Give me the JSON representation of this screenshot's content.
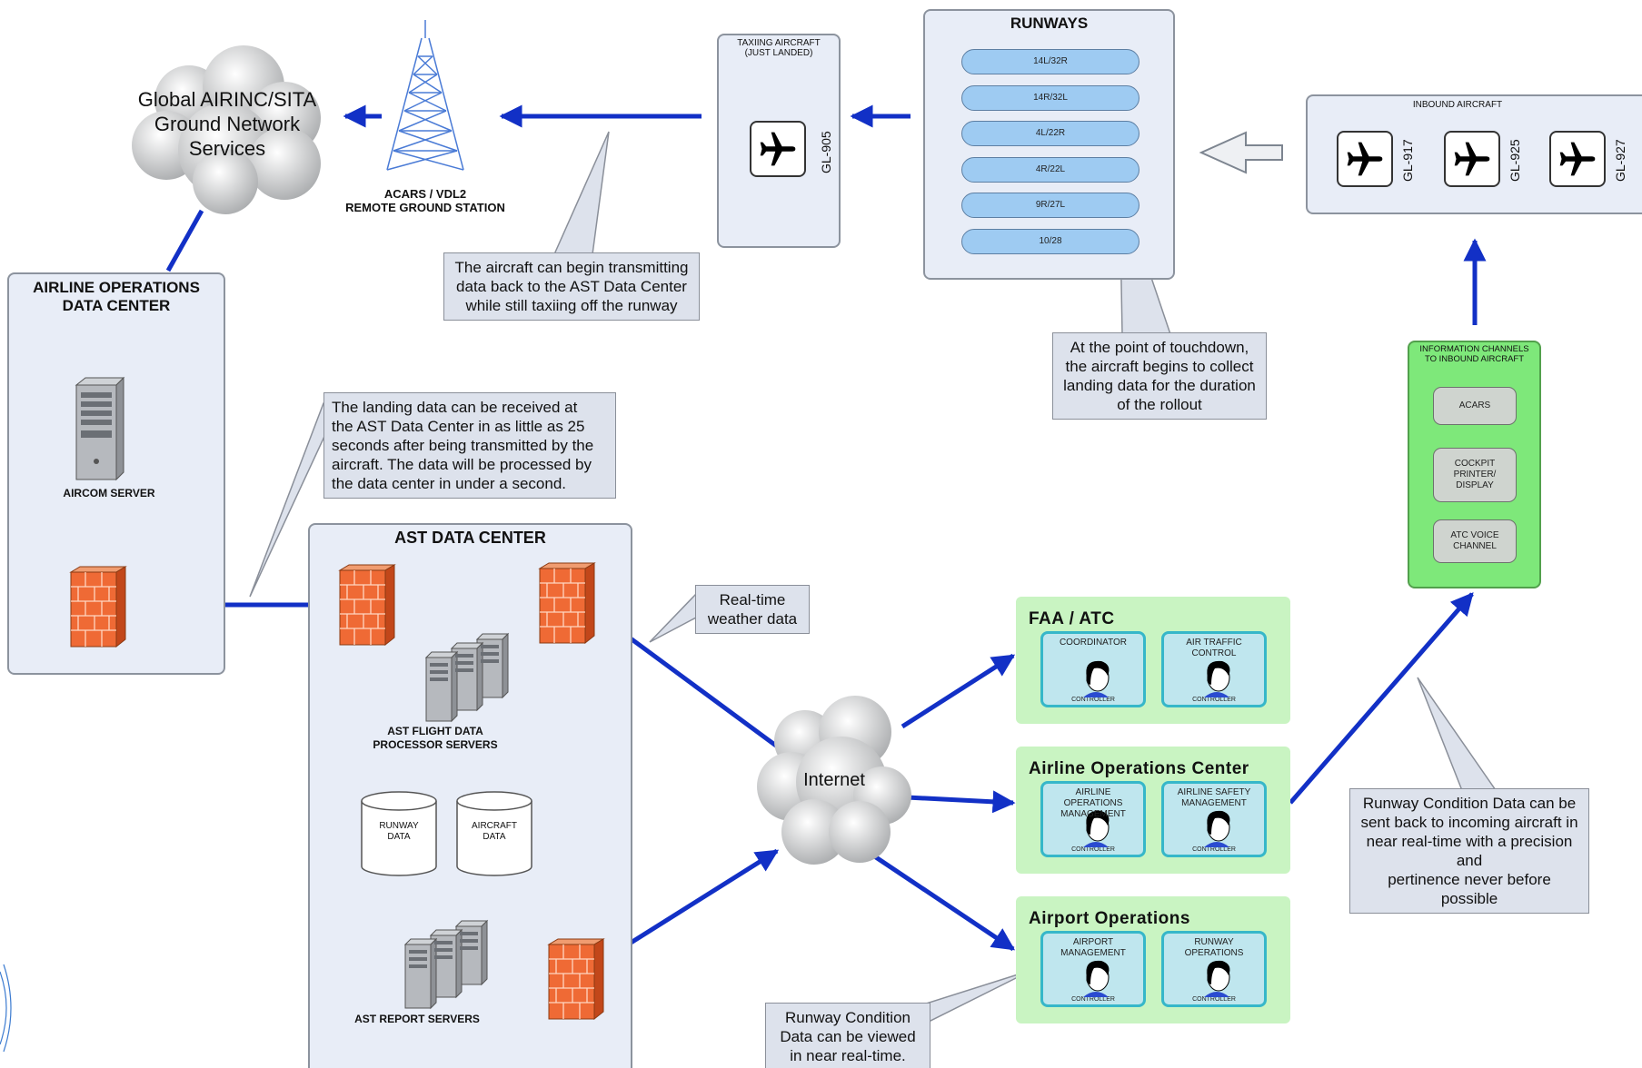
{
  "network_cloud": {
    "label": "Global AIRINC/SITA Ground Network Services"
  },
  "tower": {
    "label_line1": "ACARS / VDL2",
    "label_line2": "REMOTE GROUND STATION"
  },
  "taxiing": {
    "title_line1": "TAXIING AIRCRAFT",
    "title_line2": "(JUST LANDED)",
    "aircraft": "GL-905"
  },
  "runways": {
    "title": "RUNWAYS",
    "items": [
      "14L/32R",
      "14R/32L",
      "4L/22R",
      "4R/22L",
      "9R/27L",
      "10/28"
    ]
  },
  "inbound": {
    "title": "INBOUND AIRCRAFT",
    "aircraft": [
      "GL-917",
      "GL-925",
      "GL-927"
    ]
  },
  "airline_ops_dc": {
    "title_line1": "AIRLINE OPERATIONS",
    "title_line2": "DATA CENTER",
    "server_label": "AIRCOM SERVER"
  },
  "ast": {
    "title": "AST DATA CENTER",
    "fdp_line1": "AST FLIGHT DATA",
    "fdp_line2": "PROCESSOR SERVERS",
    "runway_db_line1": "RUNWAY",
    "runway_db_line2": "DATA",
    "aircraft_db_line1": "AIRCRAFT",
    "aircraft_db_line2": "DATA",
    "report": "AST REPORT SERVERS"
  },
  "internet": {
    "label": "Internet"
  },
  "info_channels": {
    "title_line1": "INFORMATION CHANNELS",
    "title_line2": "TO INBOUND AIRCRAFT",
    "items": [
      {
        "line1": "ACARS",
        "line2": "",
        "line3": ""
      },
      {
        "line1": "COCKPIT",
        "line2": "PRINTER/",
        "line3": "DISPLAY"
      },
      {
        "line1": "ATC VOICE",
        "line2": "CHANNEL",
        "line3": ""
      }
    ]
  },
  "groups": [
    {
      "title": "FAA / ATC",
      "cards": [
        {
          "line1": "COORDINATOR",
          "line2": ""
        },
        {
          "line1": "AIR TRAFFIC",
          "line2": "CONTROL"
        }
      ]
    },
    {
      "title": "Airline Operations Center",
      "cards": [
        {
          "line1": "AIRLINE",
          "line2": "OPERATIONS",
          "line3": "MANAGEMENT"
        },
        {
          "line1": "AIRLINE SAFETY",
          "line2": "MANAGEMENT"
        }
      ]
    },
    {
      "title": "Airport Operations",
      "cards": [
        {
          "line1": "AIRPORT",
          "line2": "MANAGEMENT"
        },
        {
          "line1": "RUNWAY",
          "line2": "OPERATIONS"
        }
      ]
    }
  ],
  "controller_label": "CONTROLLER",
  "callouts": {
    "taxi": [
      "The aircraft can begin transmitting",
      "data back to the AST Data Center",
      "while still taxiing off the runway"
    ],
    "touchdown": [
      "At the point of touchdown,",
      "the aircraft begins to collect",
      "landing data for the duration",
      "of the rollout"
    ],
    "landing": [
      "The landing data can be received at",
      "the AST Data Center in as little as 25",
      "seconds after being transmitted by the",
      "aircraft.  The data will be processed by",
      "the data center in under a second."
    ],
    "weather": [
      "Real-time",
      "weather data"
    ],
    "runway_cond": [
      "Runway Condition Data can be",
      "sent back to incoming aircraft in",
      "near real-time with a precision and",
      "pertinence never before possible"
    ],
    "view": [
      "Runway Condition",
      "Data can be viewed",
      "in near real-time."
    ]
  }
}
